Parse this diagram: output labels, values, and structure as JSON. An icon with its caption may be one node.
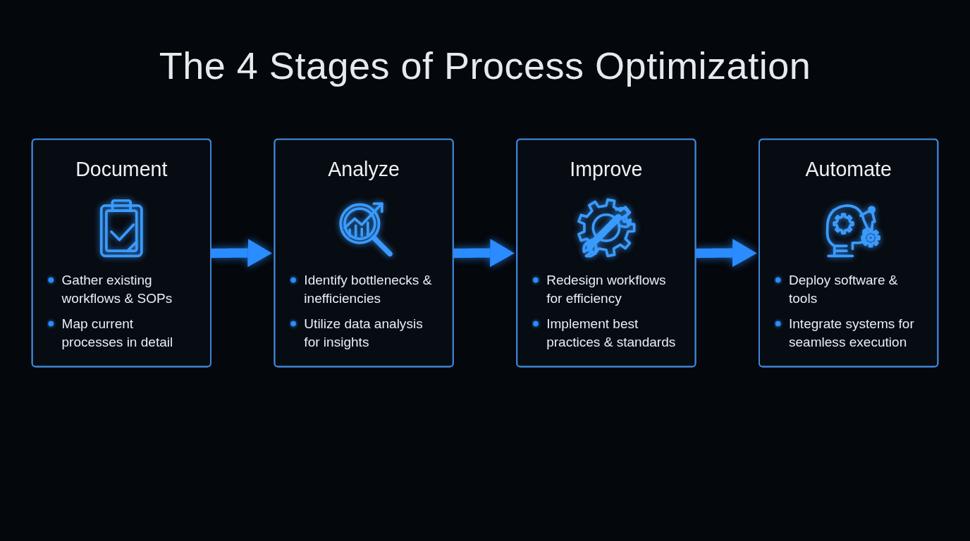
{
  "diagram": {
    "title": "The 4 Stages of Process Optimization",
    "nodes": [
      {
        "text": [
          "Document",
          "Gather existing workflows & SOPs",
          "Map current processes in detail"
        ]
      },
      {
        "text": [
          "Analyze",
          "Identify bottlenecks & inefficiencies",
          "Utilize data analysis for insights"
        ]
      },
      {
        "text": [
          "Improve",
          "Redesign workflows for efficiency",
          "Implement best practices & standards"
        ]
      },
      {
        "text": [
          "Automate",
          "Deploy software & tools",
          "Integrate systems for seamless execution"
        ]
      }
    ],
    "edges": [
      {
        "from": 0,
        "to": 1,
        "arrow": "to"
      },
      {
        "from": 1,
        "to": 2,
        "arrow": "to"
      },
      {
        "from": 2,
        "to": 3,
        "arrow": "to"
      }
    ]
  }
}
